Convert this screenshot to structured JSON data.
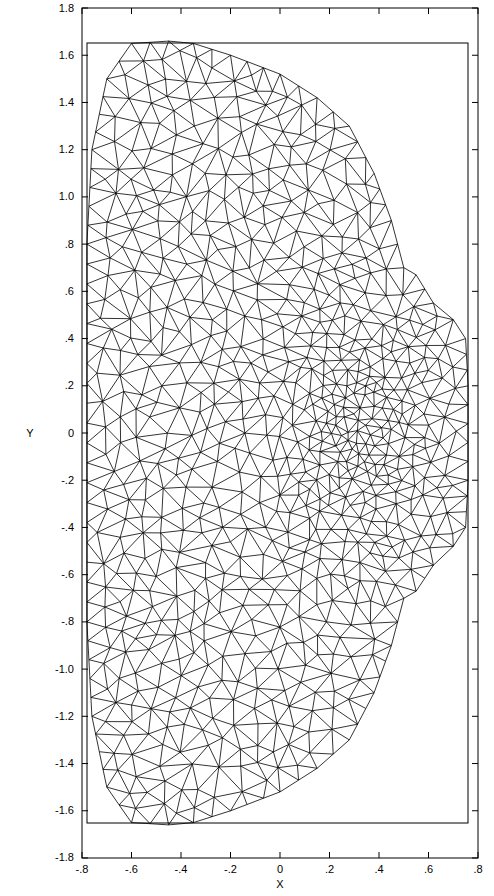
{
  "diagram": {
    "labels": [
      "1.8",
      "1.6",
      "1.4",
      "1.2",
      "1.0",
      ".8",
      ".6",
      ".4",
      ".2",
      "0",
      "-.2",
      "-.4",
      "-.6",
      "-.8",
      "-1.0",
      "-1.2",
      "-1.4",
      "-1.6",
      "-1.8",
      "-.8",
      "-.6",
      "-.4",
      "-.2",
      "0",
      ".2",
      ".4",
      ".6",
      ".8",
      "X",
      "Y"
    ]
  }
}
